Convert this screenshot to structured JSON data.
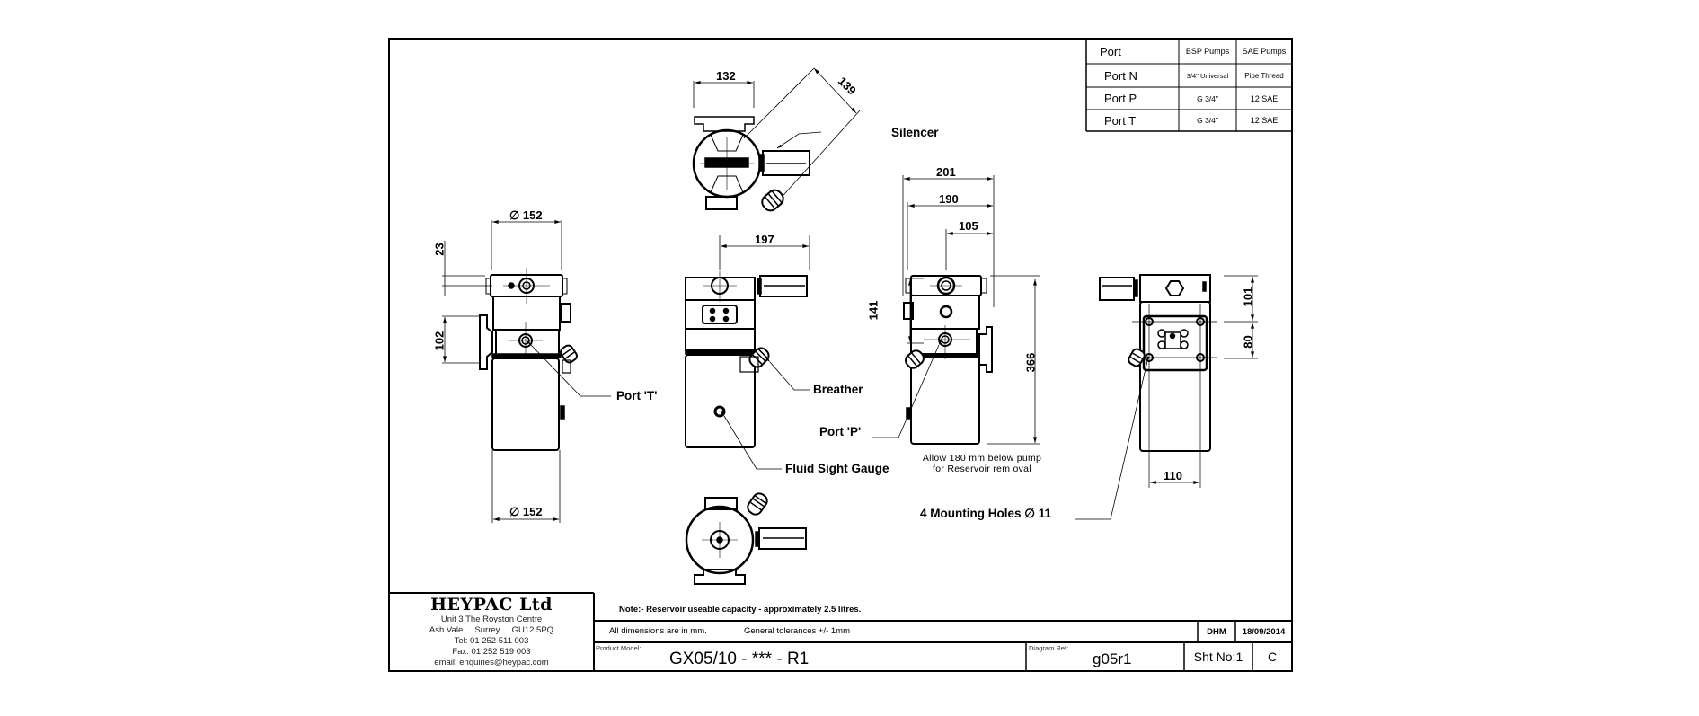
{
  "ports_table": {
    "headers": [
      "Port",
      "BSP Pumps",
      "SAE Pumps"
    ],
    "rows": [
      {
        "port": "Port N",
        "bsp": "3/4\" Universal",
        "sae": "Pipe Thread"
      },
      {
        "port": "Port P",
        "bsp": "G 3/4\"",
        "sae": "12 SAE"
      },
      {
        "port": "Port T",
        "bsp": "G 3/4\"",
        "sae": "12 SAE"
      }
    ]
  },
  "dimensions": {
    "top_view_width": "132",
    "top_view_diag": "139",
    "side_dia_top": "∅ 152",
    "side_dia_bottom": "∅ 152",
    "side_23": "23",
    "side_102": "102",
    "front_197": "197",
    "right_201": "201",
    "right_190": "190",
    "right_105": "105",
    "right_141": "141",
    "right_366": "366",
    "rear_101": "101",
    "rear_80": "80",
    "rear_110": "110"
  },
  "callouts": {
    "silencer": "Silencer",
    "port_t": "Port 'T'",
    "breather": "Breather",
    "port_p": "Port 'P'",
    "fluid_sight_gauge": "Fluid Sight Gauge",
    "mounting_holes": "4 Mounting Holes ∅ 11",
    "reservoir_note_line1": "Allow 180  mm  below pump",
    "reservoir_note_line2": "for Reservoir rem oval"
  },
  "title_block": {
    "company": "HEYPAC Ltd",
    "address_line1": "Unit 3 The Royston Centre",
    "address_line2": "Ash Vale     Surrey     GU12 5PQ",
    "tel": "Tel: 01 252 511 003",
    "fax": "Fax: 01 252 519 003",
    "email": "email: enquiries@heypac.com",
    "note": "Note:-  Reservoir useable capacity - approximately 2.5 litres.",
    "dimensions_note": "All dimensions are in mm.",
    "tolerances_note": "General tolerances +/- 1mm",
    "drawn_by": "DHM",
    "date": "18/09/2014",
    "product_model_label": "Product Model:",
    "product_model": "GX05/10 - *** - R1",
    "diagram_ref_label": "Diagram Ref:",
    "diagram_ref": "g05r1",
    "sheet_no": "Sht No:1",
    "revision": "C"
  },
  "logo_text": "HEYPAC"
}
